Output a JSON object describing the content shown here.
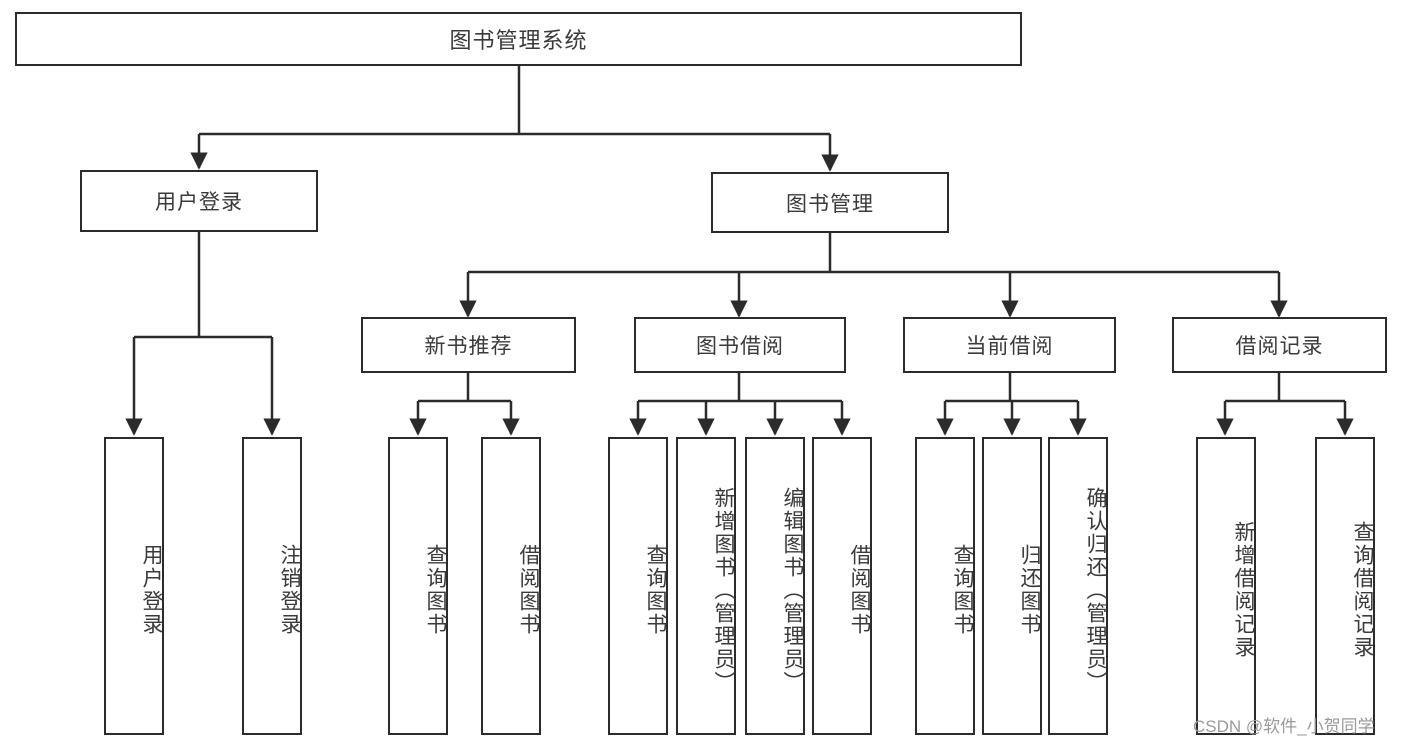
{
  "diagram": {
    "title": "图书管理系统",
    "watermark": "CSDN @软件_小贺同学",
    "colors": {
      "stroke": "#2b2b2b",
      "text": "#3a3a3a",
      "background": "#ffffff",
      "watermark": "#9a9a9a"
    },
    "root": {
      "label": "图书管理系统"
    },
    "level2": [
      {
        "label": "用户登录"
      },
      {
        "label": "图书管理"
      }
    ],
    "level3": [
      {
        "label": "新书推荐"
      },
      {
        "label": "图书借阅"
      },
      {
        "label": "当前借阅"
      },
      {
        "label": "借阅记录"
      }
    ],
    "leaves_user_login": [
      {
        "label": "用户登录"
      },
      {
        "label": "注销登录"
      }
    ],
    "leaves_new_book": [
      {
        "label": "查询图书"
      },
      {
        "label": "借阅图书"
      }
    ],
    "leaves_borrow": [
      {
        "label": "查询图书"
      },
      {
        "label": "新增图书（管理员）"
      },
      {
        "label": "编辑图书（管理员）"
      },
      {
        "label": "借阅图书"
      }
    ],
    "leaves_current": [
      {
        "label": "查询图书"
      },
      {
        "label": "归还图书"
      },
      {
        "label": "确认归还（管理员）"
      }
    ],
    "leaves_records": [
      {
        "label": "新增借阅记录"
      },
      {
        "label": "查询借阅记录"
      }
    ]
  }
}
